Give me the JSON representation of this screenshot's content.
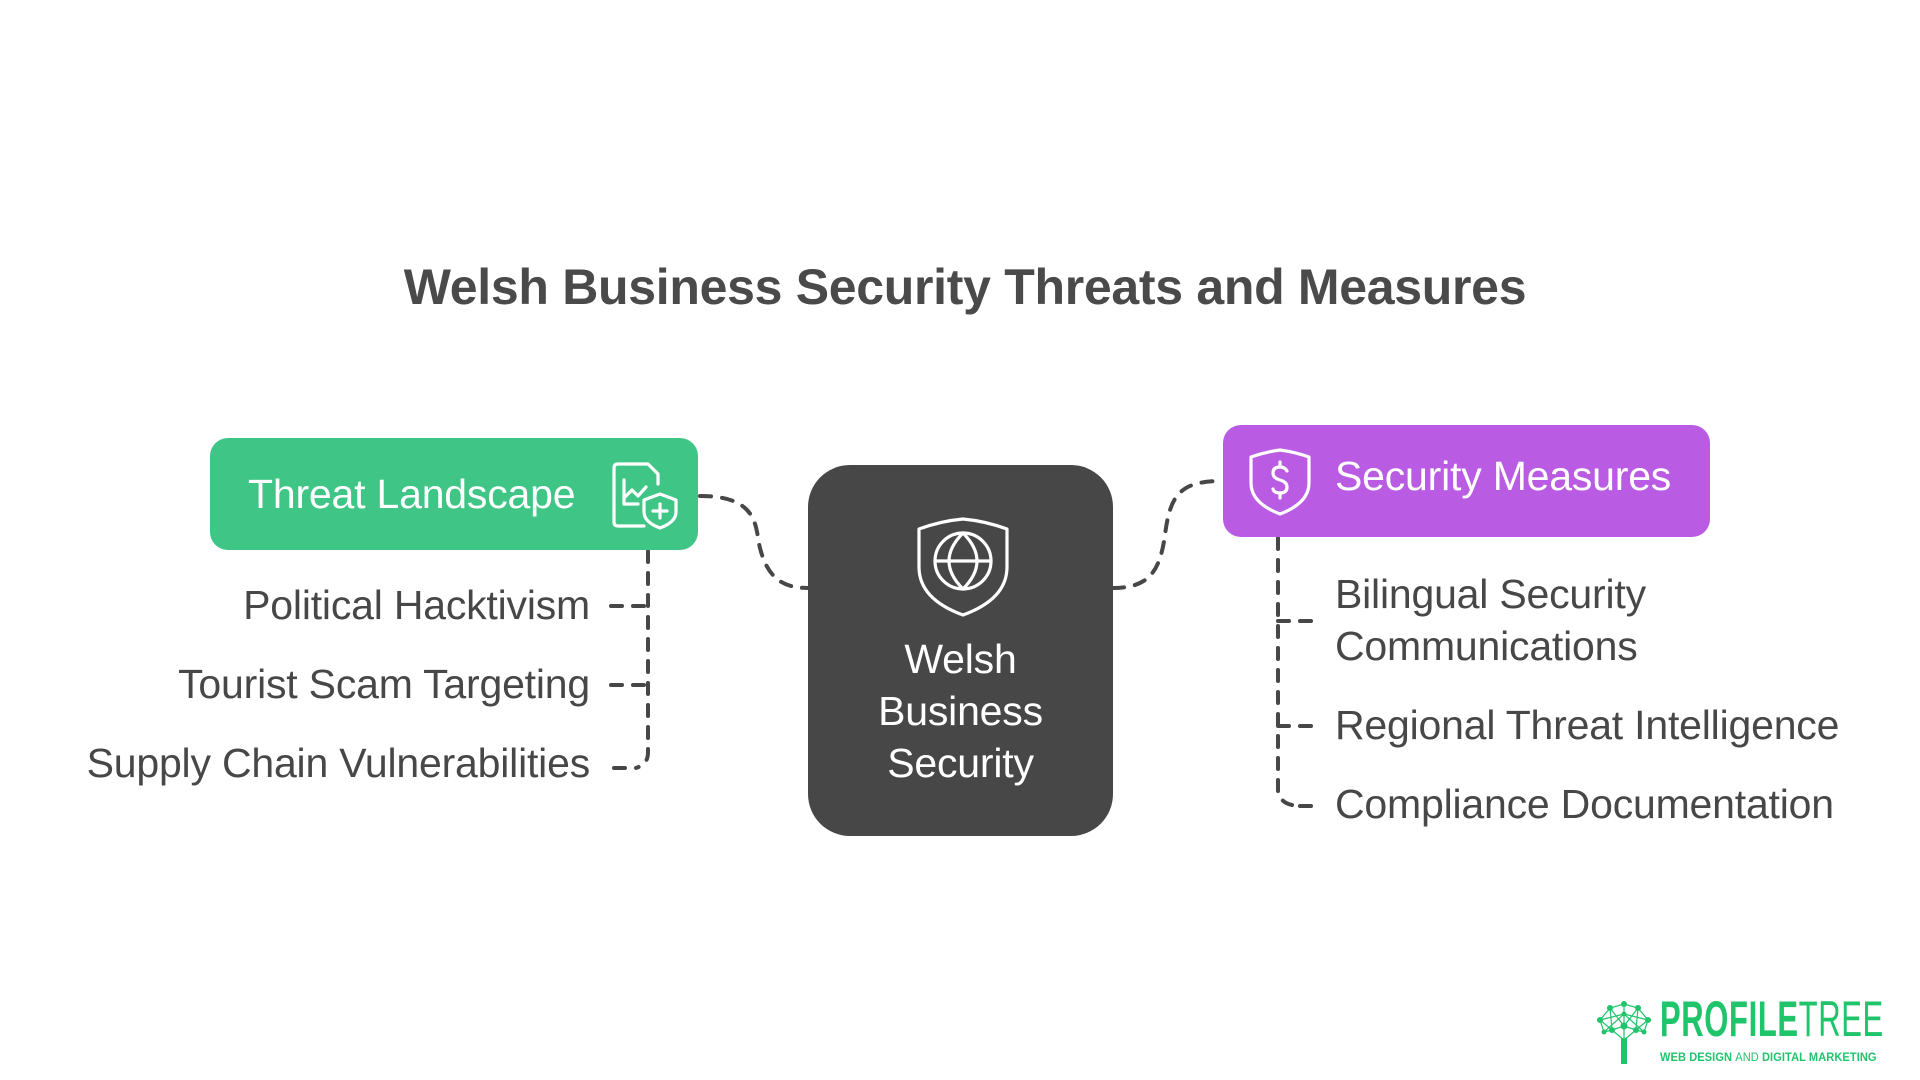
{
  "title": "Welsh Business Security Threats and Measures",
  "colors": {
    "threat_node": "#3fc585",
    "measures_node": "#b95ce3",
    "center_node": "#474747",
    "text": "#474747",
    "connector": "#474747",
    "logo_green": "#1fc46b"
  },
  "center_node": {
    "icon": "shield-globe-icon",
    "label_lines": [
      "Welsh",
      "Business",
      "Security"
    ]
  },
  "threat_landscape": {
    "label": "Threat Landscape",
    "icon": "report-chart-shield-plus-icon",
    "items": [
      "Political Hacktivism",
      "Tourist Scam Targeting",
      "Supply Chain Vulnerabilities"
    ]
  },
  "security_measures": {
    "label": "Security Measures",
    "icon": "shield-dollar-icon",
    "items": [
      "Bilingual Security Communications",
      "Regional Threat Intelligence",
      "Compliance Documentation"
    ],
    "items_display": {
      "bilingual_line1": "Bilingual Security",
      "bilingual_line2": "Communications"
    }
  },
  "logo": {
    "icon": "tree-network-icon",
    "wordmark_bold": "PROFILE",
    "wordmark_thin": "TREE",
    "tagline_part1": "WEB DESIGN ",
    "tagline_part2": "AND",
    "tagline_part3": " DIGITAL MARKETING"
  }
}
